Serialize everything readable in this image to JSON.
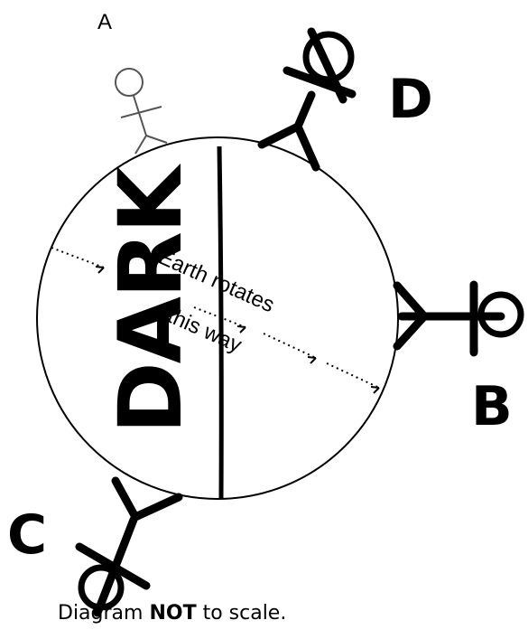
{
  "labels": {
    "a": "A",
    "b": "B",
    "c": "C",
    "d": "D",
    "dark": "DARK"
  },
  "rotation_text": {
    "line1": "Earth rotates",
    "line2": "this way"
  },
  "caption": {
    "part1": "Diagram ",
    "emphasis": "NOT",
    "part2": " to scale."
  },
  "colors": {
    "ink": "#000000",
    "figure_a": "#555555",
    "background": "#ffffff"
  }
}
